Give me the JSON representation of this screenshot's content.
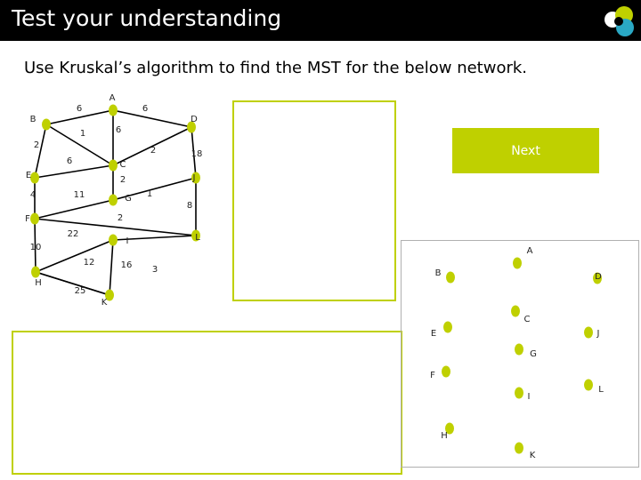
{
  "header": {
    "title": "Test your understanding",
    "logo_icon": "overlapping-circles-logo-icon",
    "accent_color": "#bfd000",
    "title_bar_color": "#000000"
  },
  "instruction": "Use Kruskal’s algorithm to find the MST for the below network.",
  "next_button": {
    "label": "Next"
  },
  "network": {
    "node_color": "#bfd000",
    "nodes": [
      "A",
      "B",
      "C",
      "D",
      "E",
      "F",
      "G",
      "H",
      "I",
      "J",
      "K",
      "L"
    ],
    "edges": [
      {
        "from": "B",
        "to": "A",
        "weight": "6"
      },
      {
        "from": "A",
        "to": "D",
        "weight": "6"
      },
      {
        "from": "B",
        "to": "C",
        "weight": "1"
      },
      {
        "from": "A",
        "to": "C",
        "weight": "6"
      },
      {
        "from": "C",
        "to": "D",
        "weight": "2"
      },
      {
        "from": "D",
        "to": "J",
        "weight": "18"
      },
      {
        "from": "B",
        "to": "E",
        "weight": "2"
      },
      {
        "from": "E",
        "to": "C",
        "weight": "6"
      },
      {
        "from": "C",
        "to": "G",
        "weight": "2"
      },
      {
        "from": "G",
        "to": "J",
        "weight": "1"
      },
      {
        "from": "E",
        "to": "F",
        "weight": "4"
      },
      {
        "from": "F",
        "to": "G",
        "weight": "11"
      },
      {
        "from": "F",
        "to": "L",
        "weight": "2"
      },
      {
        "from": "J",
        "to": "L",
        "weight": "8"
      },
      {
        "from": "F",
        "to": "H",
        "weight": "10"
      },
      {
        "from": "H",
        "to": "I",
        "weight": "22"
      },
      {
        "from": "H",
        "to": "K",
        "weight": "25"
      },
      {
        "from": "H",
        "to": "K",
        "weight": "12"
      },
      {
        "from": "I",
        "to": "K",
        "weight": "16"
      },
      {
        "from": "I",
        "to": "L",
        "weight": "3"
      }
    ]
  },
  "mst_panel": {
    "nodes": [
      "A",
      "B",
      "C",
      "D",
      "E",
      "F",
      "G",
      "H",
      "I",
      "J",
      "K",
      "L"
    ]
  }
}
